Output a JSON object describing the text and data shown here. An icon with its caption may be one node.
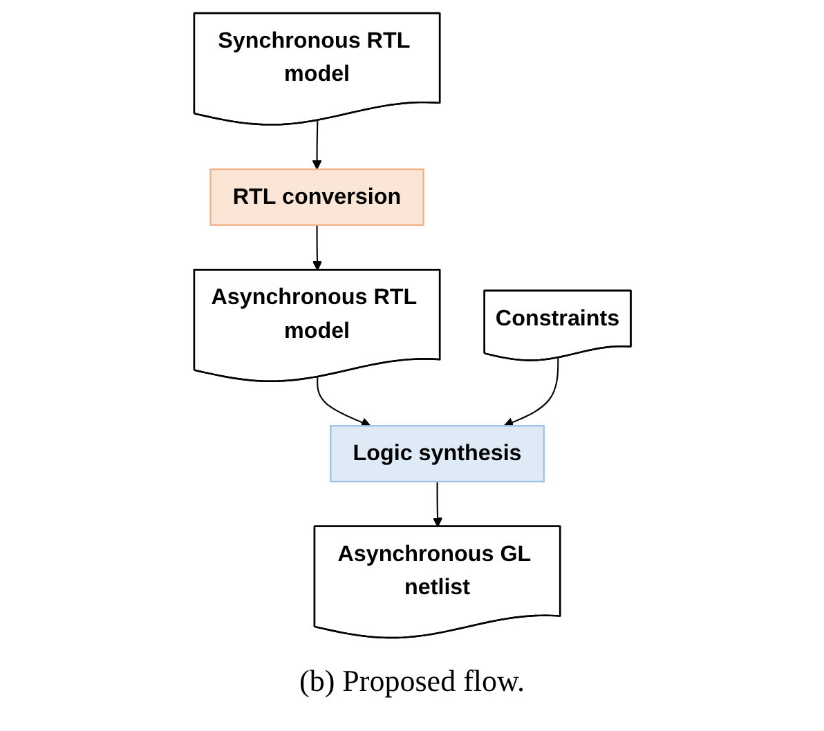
{
  "diagram": {
    "caption": "(b) Proposed flow.",
    "nodes": [
      {
        "text": [
          "Synchronous RTL model"
        ]
      },
      {
        "text": [
          "Constraints"
        ]
      },
      {
        "text": [
          "RTL conversion"
        ]
      },
      {
        "text": [
          "Asynchronous RTL model"
        ]
      },
      {
        "text": [
          "Logic synthesis"
        ]
      },
      {
        "text": [
          "Asynchronous GL netlist"
        ]
      }
    ],
    "edges": [
      {
        "from": 0,
        "to": 2,
        "arrow": "to"
      },
      {
        "from": 2,
        "to": 3,
        "arrow": "to"
      },
      {
        "from": 3,
        "to": 4,
        "arrow": "to"
      },
      {
        "from": 1,
        "to": 4,
        "arrow": "to"
      },
      {
        "from": 4,
        "to": 5,
        "arrow": "to"
      }
    ]
  }
}
